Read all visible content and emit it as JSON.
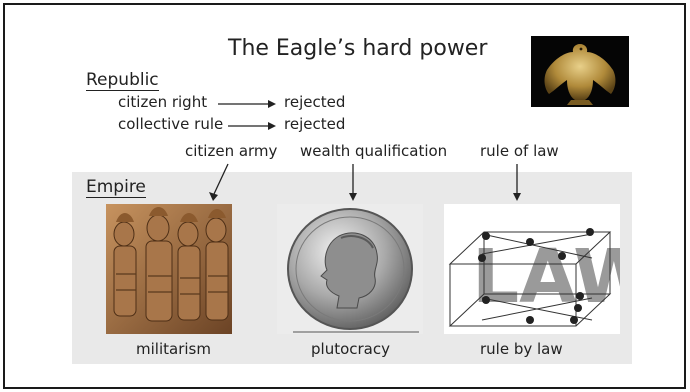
{
  "slide": {
    "title": "The Eagle’s hard power",
    "republic": {
      "heading": "Republic",
      "rows": [
        {
          "left": "citizen right",
          "right": "rejected"
        },
        {
          "left": "collective rule",
          "right": "rejected"
        }
      ]
    },
    "empire": {
      "heading": "Empire",
      "columns": [
        {
          "top_label": "citizen army",
          "bottom_label": "militarism",
          "icon": "roman-soldiers-relief"
        },
        {
          "top_label": "wealth qualification",
          "bottom_label": "plutocracy",
          "icon": "caesar-coin"
        },
        {
          "top_label": "rule of law",
          "bottom_label": "rule by law",
          "icon": "law-lattice"
        }
      ]
    },
    "colors": {
      "band": "#e9e9e9",
      "text": "#222222"
    }
  }
}
